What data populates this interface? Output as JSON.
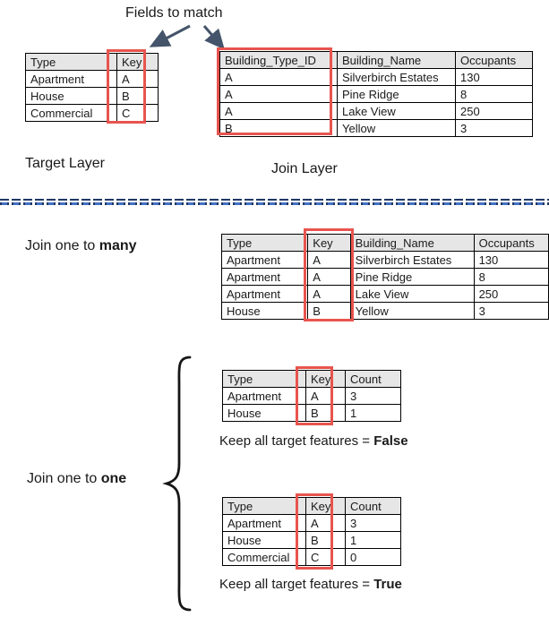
{
  "colors": {
    "highlight_red": "#e8544e",
    "table_header_bg": "#e7e6e6",
    "arrow_blue": "#44546a",
    "divider_dark_blue": "#1f3864",
    "divider_blue": "#4472c4",
    "text": "#1a1a1a"
  },
  "annotations": {
    "fields_to_match": "Fields to match"
  },
  "target_table": {
    "headers": [
      "Type",
      "Key"
    ],
    "rows": [
      [
        "Apartment",
        "A"
      ],
      [
        "House",
        "B"
      ],
      [
        "Commercial",
        "C"
      ]
    ]
  },
  "join_table": {
    "headers": [
      "Building_Type_ID",
      "Building_Name",
      "Occupants"
    ],
    "rows": [
      [
        "A",
        "Silverbirch Estates",
        "130"
      ],
      [
        "A",
        "Pine Ridge",
        "8"
      ],
      [
        "A",
        "Lake View",
        "250"
      ],
      [
        "B",
        "Yellow",
        "3"
      ]
    ]
  },
  "layer_labels": {
    "target": "Target Layer",
    "join": "Join Layer"
  },
  "join_many": {
    "label_prefix": "Join one to ",
    "label_bold": "many",
    "table": {
      "headers": [
        "Type",
        "Key",
        "Building_Name",
        "Occupants"
      ],
      "rows": [
        [
          "Apartment",
          "A",
          "Silverbirch Estates",
          "130"
        ],
        [
          "Apartment",
          "A",
          "Pine Ridge",
          "8"
        ],
        [
          "Apartment",
          "A",
          "Lake View",
          "250"
        ],
        [
          "House",
          "B",
          "Yellow",
          "3"
        ]
      ]
    }
  },
  "join_one": {
    "label_prefix": "Join one to ",
    "label_bold": "one",
    "keep_false": {
      "table": {
        "headers": [
          "Type",
          "Key",
          "Count"
        ],
        "rows": [
          [
            "Apartment",
            "A",
            "3"
          ],
          [
            "House",
            "B",
            "1"
          ]
        ]
      },
      "caption_prefix": "Keep all target features = ",
      "caption_bold": "False"
    },
    "keep_true": {
      "table": {
        "headers": [
          "Type",
          "Key",
          "Count"
        ],
        "rows": [
          [
            "Apartment",
            "A",
            "3"
          ],
          [
            "House",
            "B",
            "1"
          ],
          [
            "Commercial",
            "C",
            "0"
          ]
        ]
      },
      "caption_prefix": "Keep all target features = ",
      "caption_bold": "True"
    }
  }
}
